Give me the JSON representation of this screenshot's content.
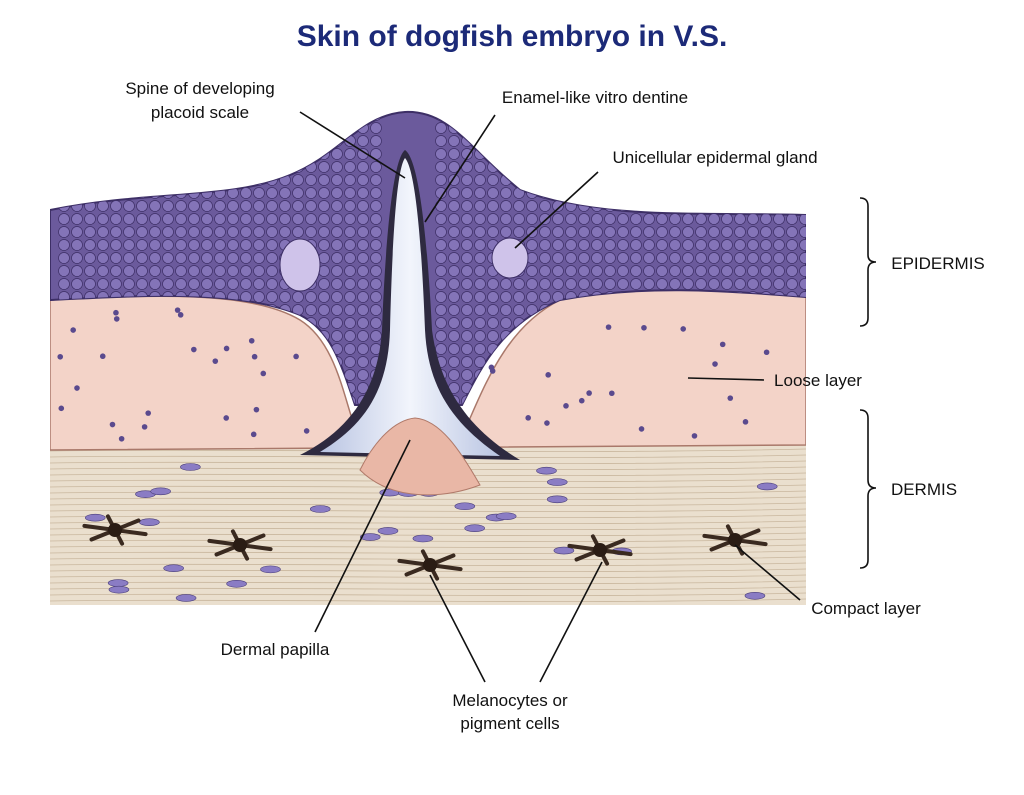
{
  "title": "Skin of dogfish embryo in V.S.",
  "labels": {
    "spine_line1": "Spine of developing",
    "spine_line2": "placoid scale",
    "enamel": "Enamel-like vitro dentine",
    "gland": "Unicellular epidermal gland",
    "epidermis": "EPIDERMIS",
    "loose": "Loose layer",
    "dermis": "DERMIS",
    "compact": "Compact layer",
    "papilla": "Dermal papilla",
    "melano_line1": "Melanocytes or",
    "melano_line2": "pigment cells"
  },
  "colors": {
    "title": "#1c2a78",
    "epidermis": "#6b5a9c",
    "loose": "#f3d3c8",
    "compact": "#eadfce",
    "spine": "#dfe6f4"
  }
}
